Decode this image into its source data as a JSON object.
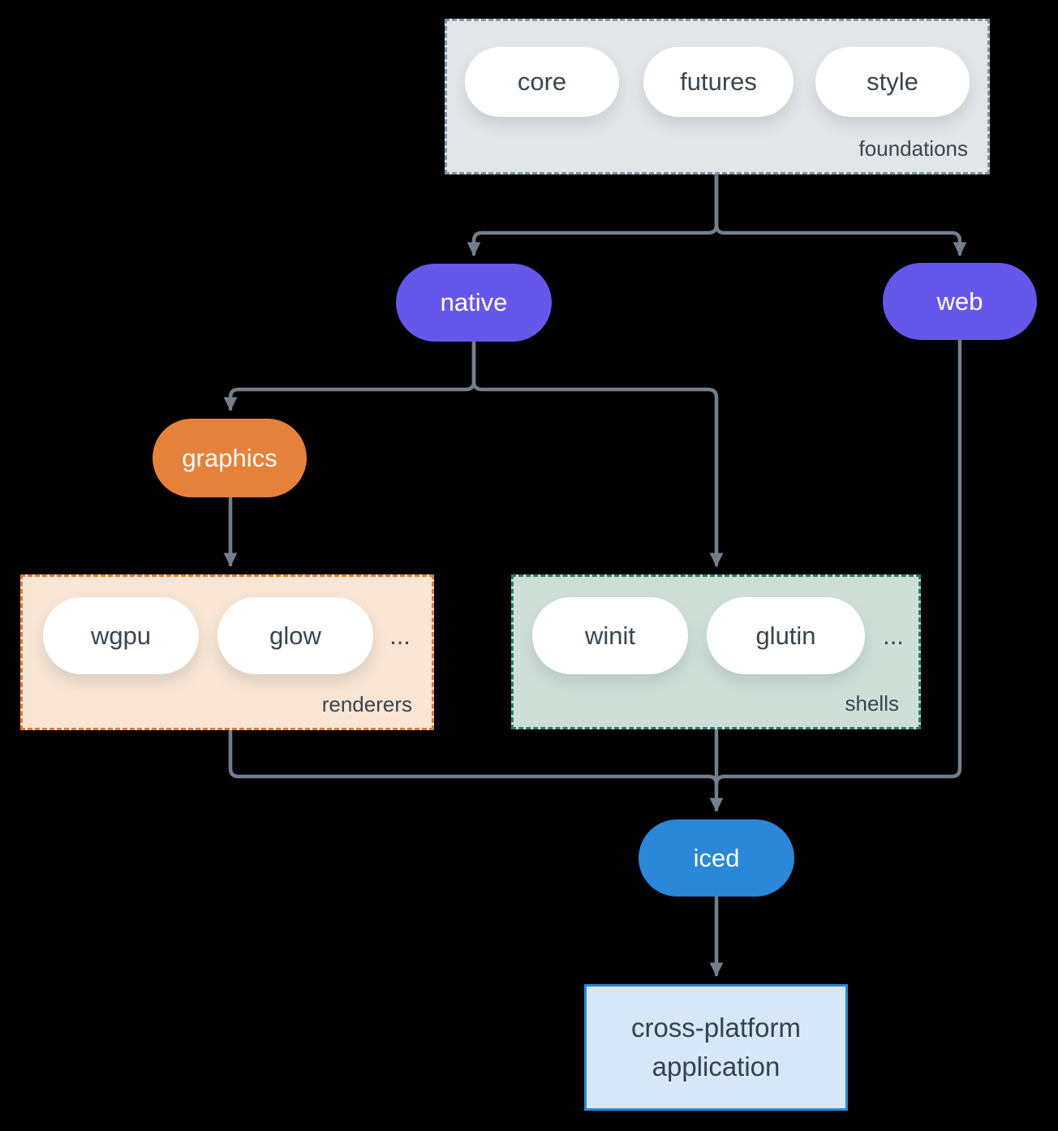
{
  "diagram": {
    "foundations": {
      "label": "foundations",
      "pills": [
        "core",
        "futures",
        "style"
      ]
    },
    "native": {
      "label": "native"
    },
    "web": {
      "label": "web"
    },
    "graphics": {
      "label": "graphics"
    },
    "renderers": {
      "label": "renderers",
      "pills": [
        "wgpu",
        "glow"
      ],
      "ellipsis": "..."
    },
    "shells": {
      "label": "shells",
      "pills": [
        "winit",
        "glutin"
      ],
      "ellipsis": "..."
    },
    "iced": {
      "label": "iced"
    },
    "application": {
      "label": "cross-platform application"
    },
    "edges": [
      {
        "from": "foundations",
        "to": "native"
      },
      {
        "from": "foundations",
        "to": "web"
      },
      {
        "from": "native",
        "to": "graphics"
      },
      {
        "from": "native",
        "to": "shells"
      },
      {
        "from": "graphics",
        "to": "renderers"
      },
      {
        "from": "renderers",
        "to": "iced"
      },
      {
        "from": "shells",
        "to": "iced"
      },
      {
        "from": "web",
        "to": "iced"
      },
      {
        "from": "iced",
        "to": "application"
      }
    ],
    "colors": {
      "background": "#000000",
      "connector": "#747f8d",
      "purple_node": "#6557e9",
      "orange_node": "#e6813c",
      "blue_node": "#2b87d8",
      "foundations_fill": "#e2e6e9",
      "foundations_border": "#8494a3",
      "renderers_fill": "#f9e5d4",
      "renderers_border": "#e07b35",
      "shells_fill": "#cfdfd8",
      "shells_border": "#2a7d6b",
      "application_fill": "#d7e7f8",
      "application_border": "#2b87d8",
      "dark_text": "#374550",
      "pill_fill": "#ffffff"
    }
  }
}
